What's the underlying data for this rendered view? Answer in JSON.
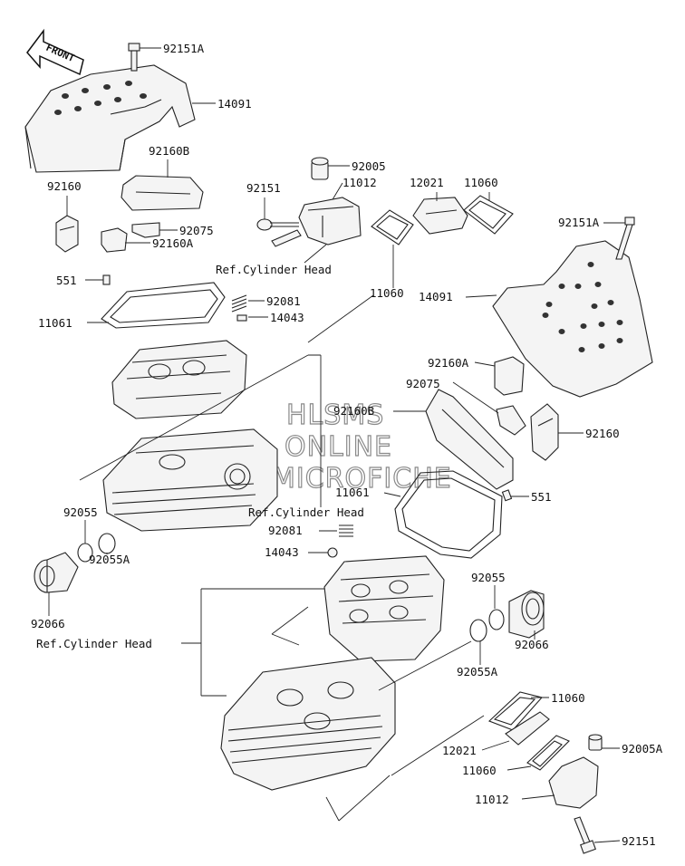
{
  "direction_arrow": {
    "text": "FRONT"
  },
  "watermark": {
    "lines": [
      "HLSMS",
      "ONLINE",
      "MICROFICHE"
    ]
  },
  "labels": {
    "p92151A_top": "92151A",
    "p14091_top": "14091",
    "p92160B_top": "92160B",
    "p92160_left": "92160",
    "p92075_left": "92075",
    "p92160A_left": "92160A",
    "p92151_mid": "92151",
    "p92005": "92005",
    "p11012_top": "11012",
    "p12021_top": "12021",
    "p11060_top": "11060",
    "ref_cyl_head_top": "Ref.Cylinder Head",
    "p11060_mid": "11060",
    "p551_left": "551",
    "p11061_left": "11061",
    "p92081_top": "92081",
    "p14043_top": "14043",
    "p92151A_right": "92151A",
    "p14091_right": "14091",
    "p92160A_right": "92160A",
    "p92075_right": "92075",
    "p92160B_right": "92160B",
    "p92160_right": "92160",
    "p11061_right": "11061",
    "p551_right": "551",
    "ref_cyl_head_mid": "Ref.Cylinder Head",
    "p92055_left": "92055",
    "p92081_mid": "92081",
    "p92055A_left": "92055A",
    "p14043_mid": "14043",
    "p92066_left": "92066",
    "p92055_right": "92055",
    "p92066_right": "92066",
    "ref_cyl_head_bottom": "Ref.Cylinder Head",
    "p92055A_right": "92055A",
    "p11060_bottom1": "11060",
    "p12021_bottom": "12021",
    "p92005A": "92005A",
    "p11060_bottom2": "11060",
    "p11012_bottom": "11012",
    "p92151_bottom": "92151"
  }
}
